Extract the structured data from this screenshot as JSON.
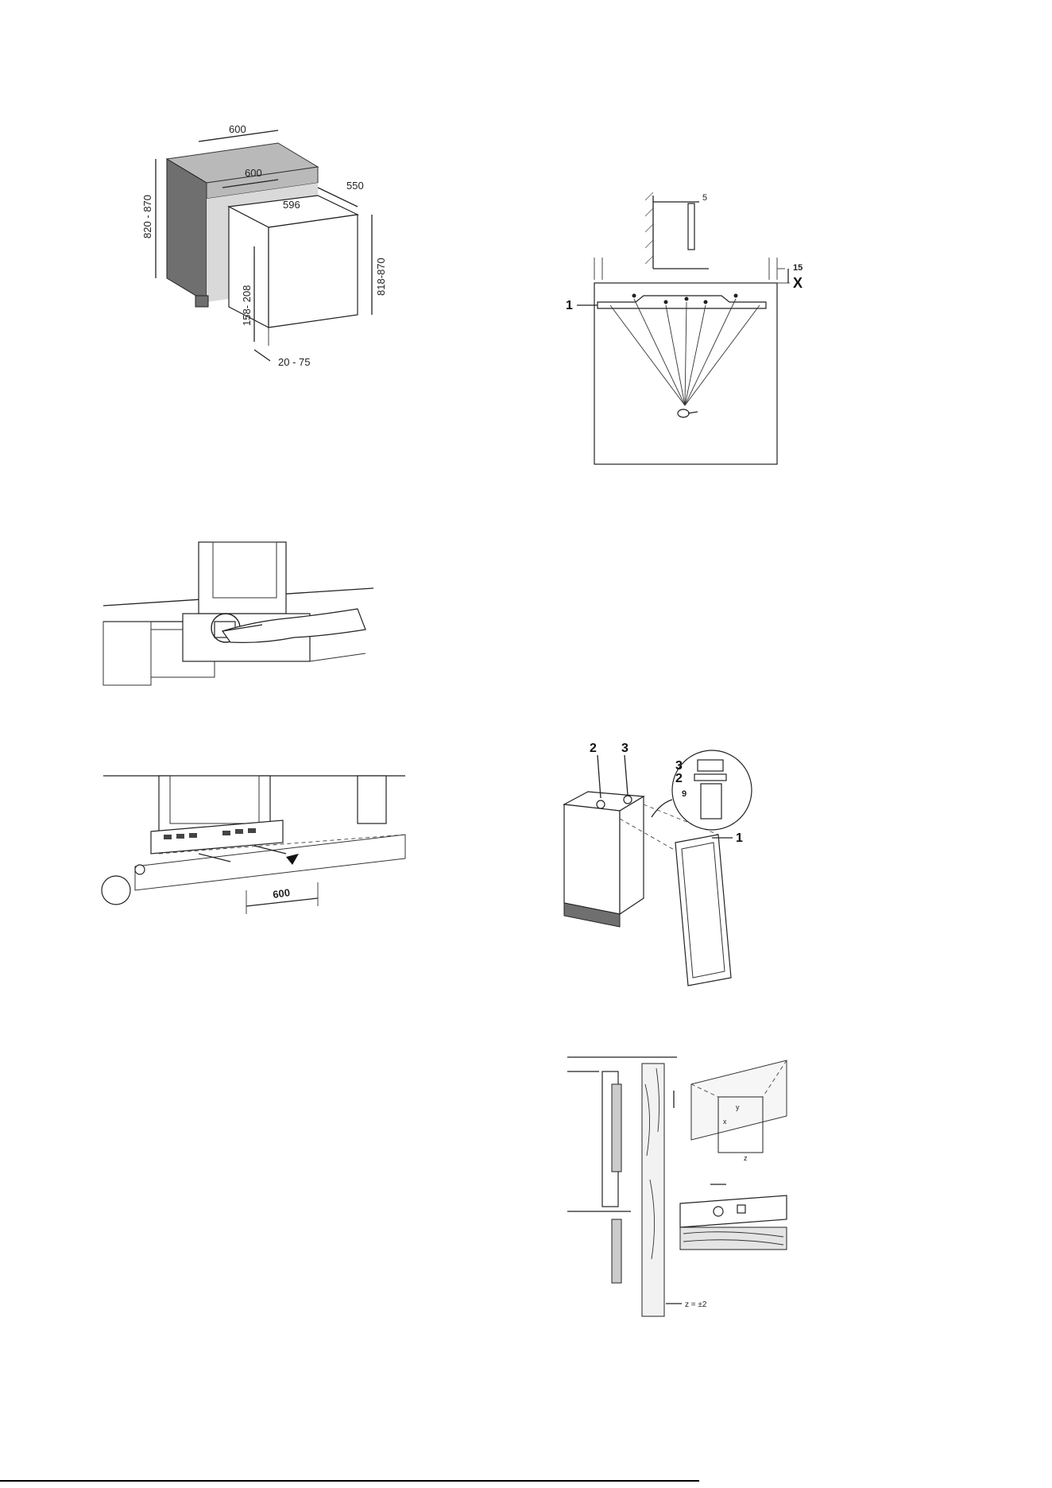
{
  "fig_cabinet_dimensions": {
    "dim_top_width": "600",
    "dim_inner_depth": "600",
    "dim_depth": "550",
    "dim_appliance_width": "596",
    "dim_niche_height": "820 - 870",
    "dim_appliance_height": "818-870",
    "dim_plinth_height": "158- 208",
    "dim_plinth_recess": "20 - 75"
  },
  "fig_door_template": {
    "dim_gap_top": "5",
    "dim_x_offset": "15",
    "label_x": "X",
    "label_part_1": "1"
  },
  "fig_hinge_screws": {
    "label_part_2": "2",
    "label_part_3": "3",
    "label_part_1": "1",
    "detail_label_3": "3",
    "detail_label_2": "2",
    "dim_gap": "9"
  },
  "fig_plinth_vent": {
    "dim_width": "600"
  },
  "fig_door_adjustment": {
    "label_y": "y",
    "label_x": "x",
    "label_z": "z",
    "label_tolerance": "z = ±2"
  }
}
